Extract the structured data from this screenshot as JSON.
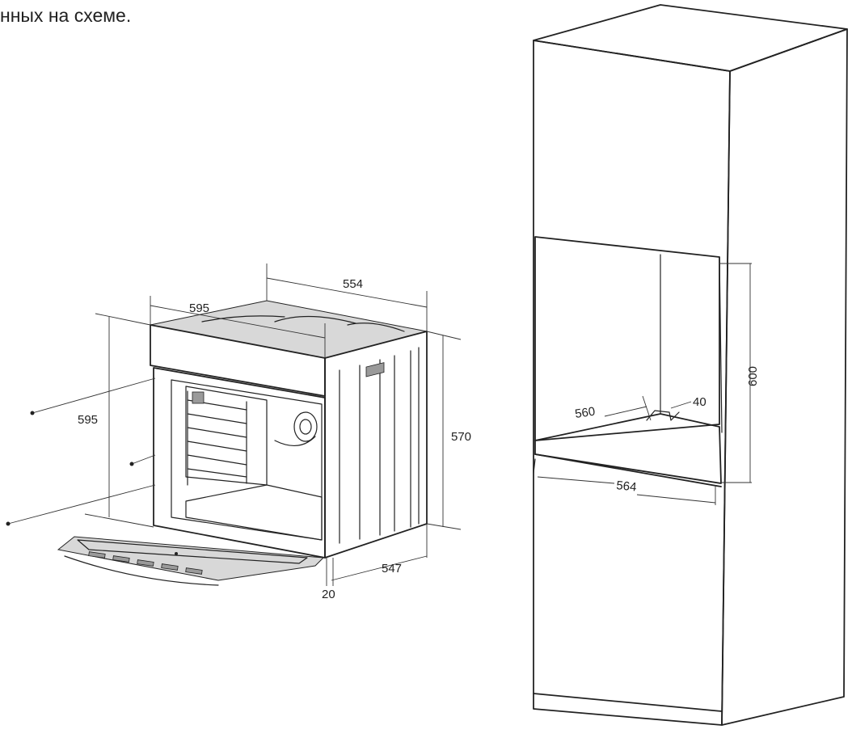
{
  "caption": "нных на схеме.",
  "oven": {
    "dim_width_front": "595",
    "dim_depth_top": "554",
    "dim_height_front": "595",
    "dim_height_side": "570",
    "dim_depth_side": "547",
    "dim_panel": "20"
  },
  "cabinet": {
    "dim_height": "600",
    "dim_depth": "560",
    "dim_gap": "40",
    "dim_width": "564"
  }
}
